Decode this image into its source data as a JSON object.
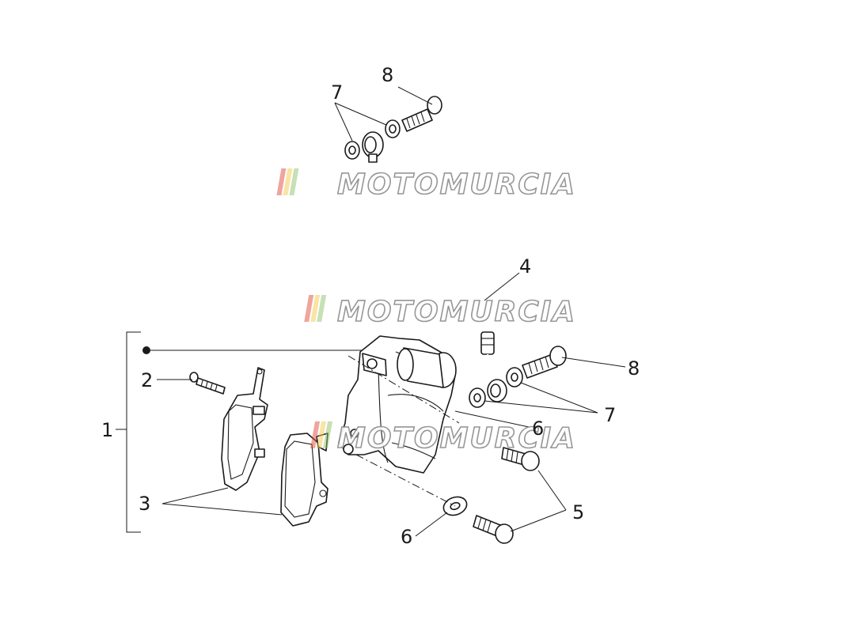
{
  "watermark": {
    "text": "MOTOMURCIA",
    "stripe_colors": [
      "#e04b3c",
      "#f2c94c",
      "#8fc26a"
    ]
  },
  "callouts": {
    "c1": "1",
    "c2": "2",
    "c3": "3",
    "c4": "4",
    "c5": "5",
    "c6a": "6",
    "c6b": "6",
    "c7a": "7",
    "c7b": "7",
    "c8a": "8",
    "c8b": "8"
  },
  "colors": {
    "line": "#1a1a1a",
    "watermark_outline": "#8c8c8c"
  }
}
